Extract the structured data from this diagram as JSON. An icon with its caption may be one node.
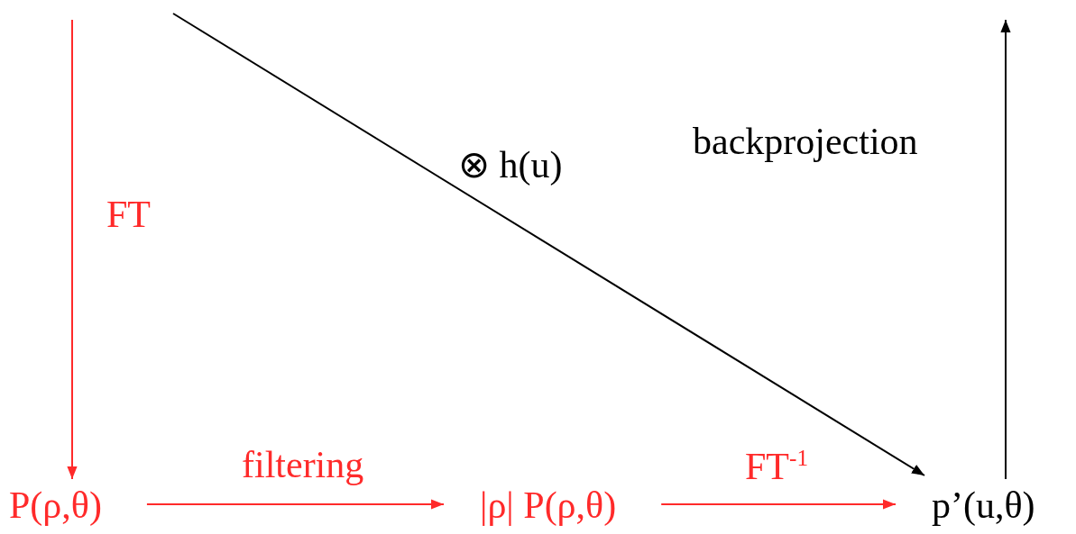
{
  "diagram": {
    "nodes": [
      {
        "text": [
          "P(ρ,θ)"
        ]
      },
      {
        "text": [
          "|ρ| P(ρ,θ)"
        ]
      },
      {
        "text": [
          "p’(u,θ)"
        ]
      }
    ],
    "edges": [
      {
        "from": null,
        "to": 0,
        "arrow": "to",
        "label": "FT"
      },
      {
        "from": 0,
        "to": 1,
        "arrow": "to",
        "label": "filtering"
      },
      {
        "from": 1,
        "to": 2,
        "arrow": "to",
        "label": "FT$^{-1}$"
      },
      {
        "from": null,
        "to": 2,
        "arrow": "to",
        "label": "⊗ h(u)",
        "color": "#000000"
      },
      {
        "from": 2,
        "to": null,
        "arrow": "to",
        "label": "backprojection",
        "color": "#000000"
      }
    ]
  }
}
